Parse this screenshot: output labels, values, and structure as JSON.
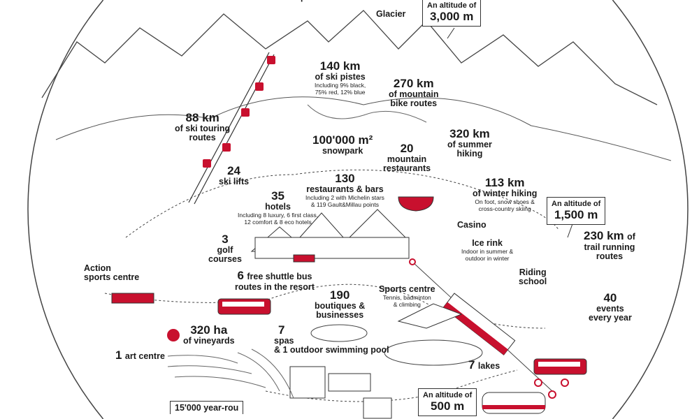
{
  "colors": {
    "accent": "#c8102e",
    "ink": "#1a1a1a"
  },
  "labels": {
    "peaks": "peaks",
    "glacier": "Glacier",
    "alt3000": {
      "line1": "An altitude of",
      "line2": "3,000 m"
    },
    "alt1500": {
      "line1": "An altitude of",
      "line2": "1,500 m"
    },
    "alt500": {
      "line1": "An altitude of",
      "line2": "500 m"
    },
    "pistes": {
      "value": "140 km",
      "title": "of ski pistes",
      "note1": "Including 9% black,",
      "note2": "75% red, 12% blue"
    },
    "bike": {
      "value": "270 km",
      "title1": "of mountain",
      "title2": "bike routes"
    },
    "touring": {
      "value": "88 km",
      "title1": "of ski touring",
      "title2": "routes"
    },
    "snowpark": {
      "value": "100'000 m²",
      "title": "snowpark"
    },
    "hiking": {
      "value": "320 km",
      "title1": "of summer",
      "title2": "hiking"
    },
    "mountain_restaurants": {
      "value": "20",
      "title1": "mountain",
      "title2": "restaurants"
    },
    "lifts": {
      "value": "24",
      "title": "ski lifts"
    },
    "restaurants": {
      "value": "130",
      "title": "restaurants & bars",
      "note1": "Including 2 with Michelin stars",
      "note2": "& 119 Gault&Millau points"
    },
    "winter_hiking": {
      "value": "113 km",
      "title": "of winter hiking",
      "note1": "On foot, snow shoes &",
      "note2": "cross-country skiing"
    },
    "hotels": {
      "value": "35",
      "title": "hotels",
      "note1": "Including 8 luxury, 6 first class,",
      "note2": "12 comfort & 8 eco hotels"
    },
    "casino": "Casino",
    "golf": {
      "value": "3",
      "title1": "golf",
      "title2": "courses"
    },
    "ice_rink": {
      "title": "Ice rink",
      "note1": "Indoor in summer &",
      "note2": "outdoor in winter"
    },
    "trail": {
      "value": "230 km",
      "of": "of",
      "title1": "trail running",
      "title2": "routes"
    },
    "action": {
      "title1": "Action",
      "title2": "sports centre"
    },
    "shuttle": {
      "value": "6",
      "title1": "free shuttle bus",
      "title2": "routes in the resort"
    },
    "riding": {
      "title1": "Riding",
      "title2": "school"
    },
    "boutiques": {
      "value": "190",
      "title1": "boutiques &",
      "title2": "businesses"
    },
    "sports": {
      "title": "Sports centre",
      "note1": "Tennis, badminton",
      "note2": "& climbing"
    },
    "events": {
      "value": "40",
      "title1": "events",
      "title2": "every year"
    },
    "vineyards": {
      "value": "320 ha",
      "title": "of vineyards"
    },
    "spas": {
      "value": "7",
      "title": "spas",
      "title2": "& 1 outdoor swimming pool"
    },
    "art": {
      "value": "1",
      "title": "art centre"
    },
    "lakes": {
      "value": "7",
      "title": "lakes"
    },
    "residents": "15'000 year-rou"
  }
}
